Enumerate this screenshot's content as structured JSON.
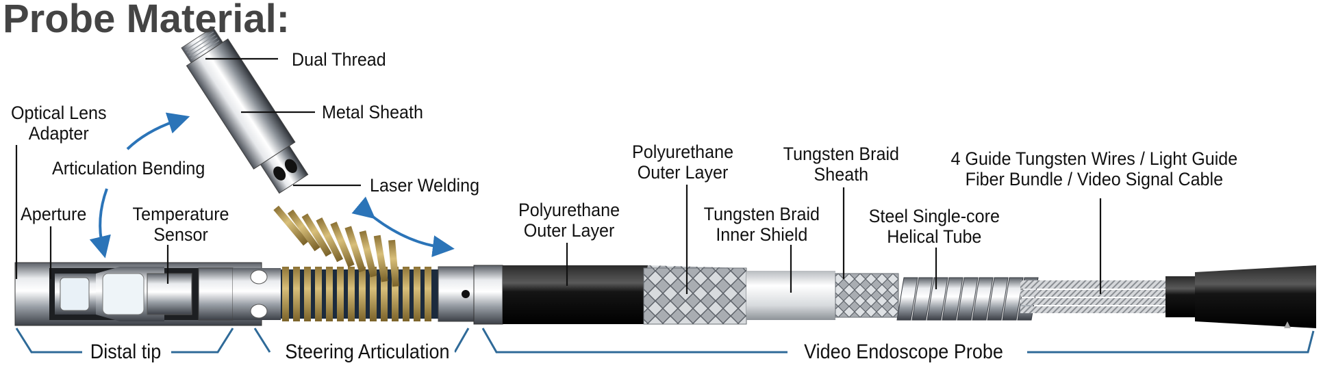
{
  "title": "Probe Material:",
  "labels": {
    "dual_thread": "Dual Thread",
    "metal_sheath": "Metal Sheath",
    "laser_welding": "Laser Welding",
    "optical_lens_adapter_1": "Optical Lens",
    "optical_lens_adapter_2": "Adapter",
    "articulation_bending": "Articulation Bending",
    "aperture": "Aperture",
    "temperature_sensor_1": "Temperature",
    "temperature_sensor_2": "Sensor",
    "pu_outer_layer_a_1": "Polyurethane",
    "pu_outer_layer_a_2": "Outer Layer",
    "pu_outer_layer_b_1": "Polyurethane",
    "pu_outer_layer_b_2": "Outer Layer",
    "tungsten_inner_shield_1": "Tungsten Braid",
    "tungsten_inner_shield_2": "Inner Shield",
    "tungsten_braid_sheath_1": "Tungsten Braid",
    "tungsten_braid_sheath_2": "Sheath",
    "steel_helical_tube_1": "Steel Single-core",
    "steel_helical_tube_2": "Helical Tube",
    "guide_wires_1": "4 Guide Tungsten Wires / Light Guide",
    "guide_wires_2": "Fiber Bundle / Video Signal Cable"
  },
  "sections": {
    "distal_tip": "Distal tip",
    "steering_articulation": "Steering Articulation",
    "video_endoscope_probe": "Video Endoscope Probe"
  },
  "colors": {
    "accent_blue": "#2b74b8",
    "bracket_blue": "#2f6a98",
    "title_gray": "#444444",
    "brass": "#b8984e",
    "black_jacket": "#0d0d0d"
  }
}
